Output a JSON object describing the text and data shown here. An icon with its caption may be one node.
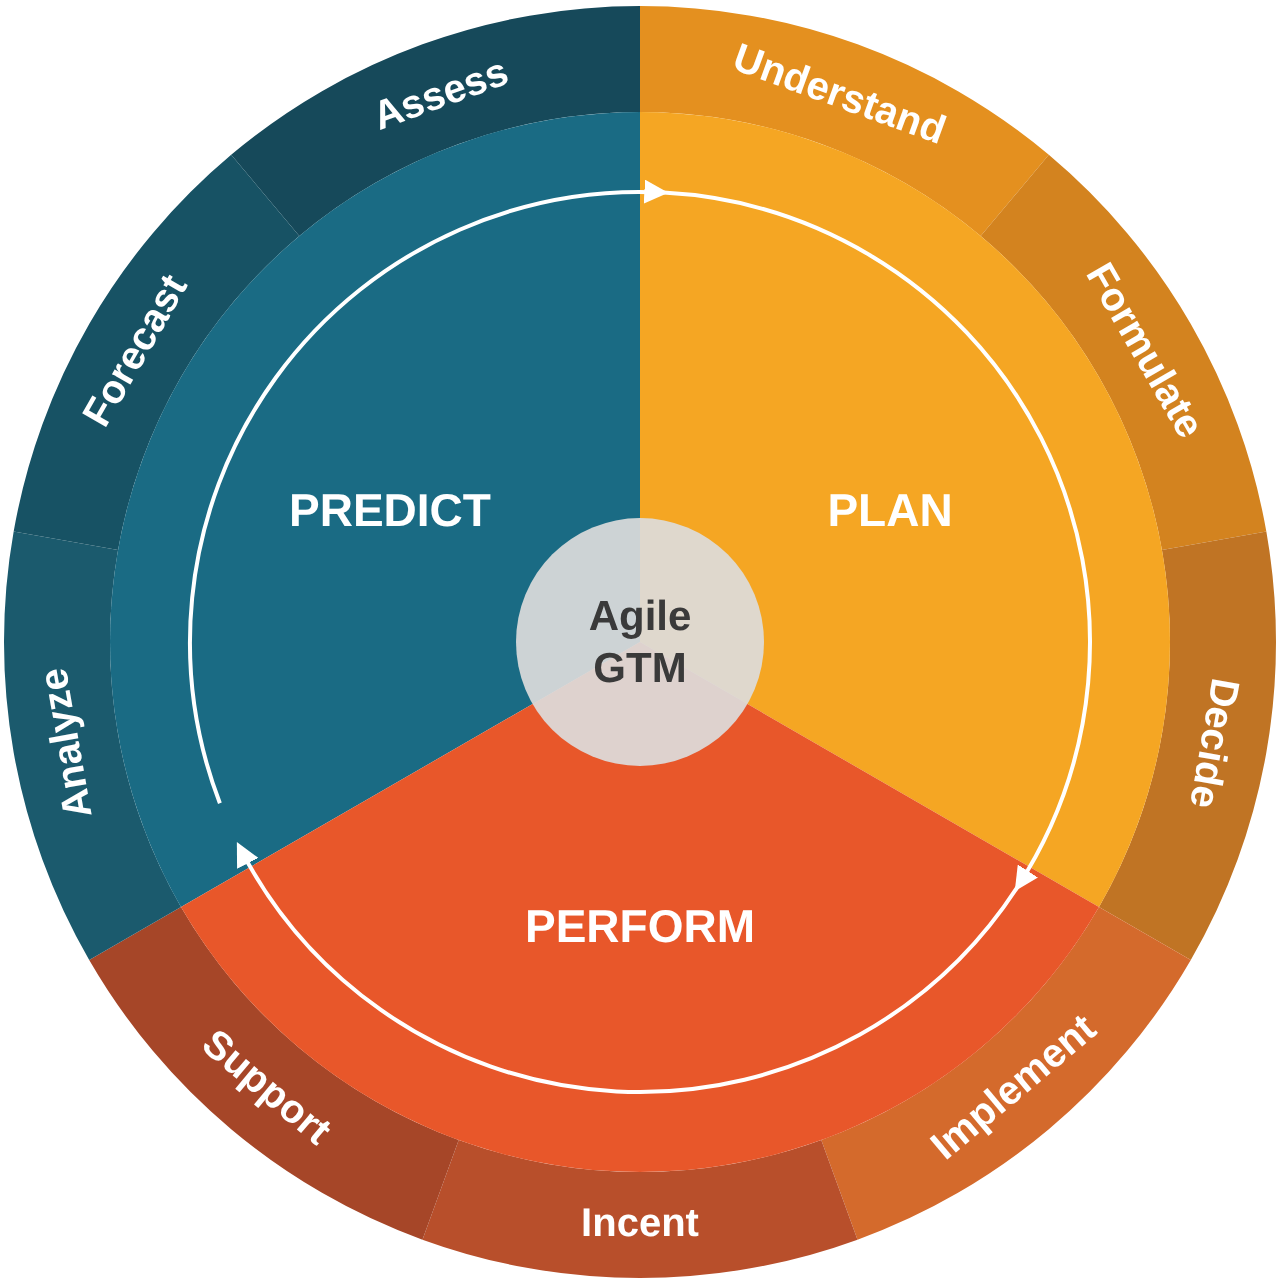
{
  "diagram": {
    "nodes": [
      {
        "text": [
          "PREDICT"
        ]
      },
      {
        "text": [
          "PLAN"
        ]
      },
      {
        "text": [
          "PERFORM"
        ]
      },
      {
        "text": [
          "Agile GTM"
        ]
      },
      {
        "text": [
          "Assess"
        ]
      },
      {
        "text": [
          "Understand"
        ]
      },
      {
        "text": [
          "Formulate"
        ]
      },
      {
        "text": [
          "Decide"
        ]
      },
      {
        "text": [
          "Implement"
        ]
      },
      {
        "text": [
          "Incent"
        ]
      },
      {
        "text": [
          "Support"
        ]
      },
      {
        "text": [
          "Analyze"
        ]
      },
      {
        "text": [
          "Forecast"
        ]
      }
    ],
    "edges": [
      {
        "from": 0,
        "to": 1,
        "arrow": "to"
      },
      {
        "from": 1,
        "to": 2,
        "arrow": "to"
      },
      {
        "from": 2,
        "to": 0,
        "arrow": "to"
      }
    ]
  }
}
